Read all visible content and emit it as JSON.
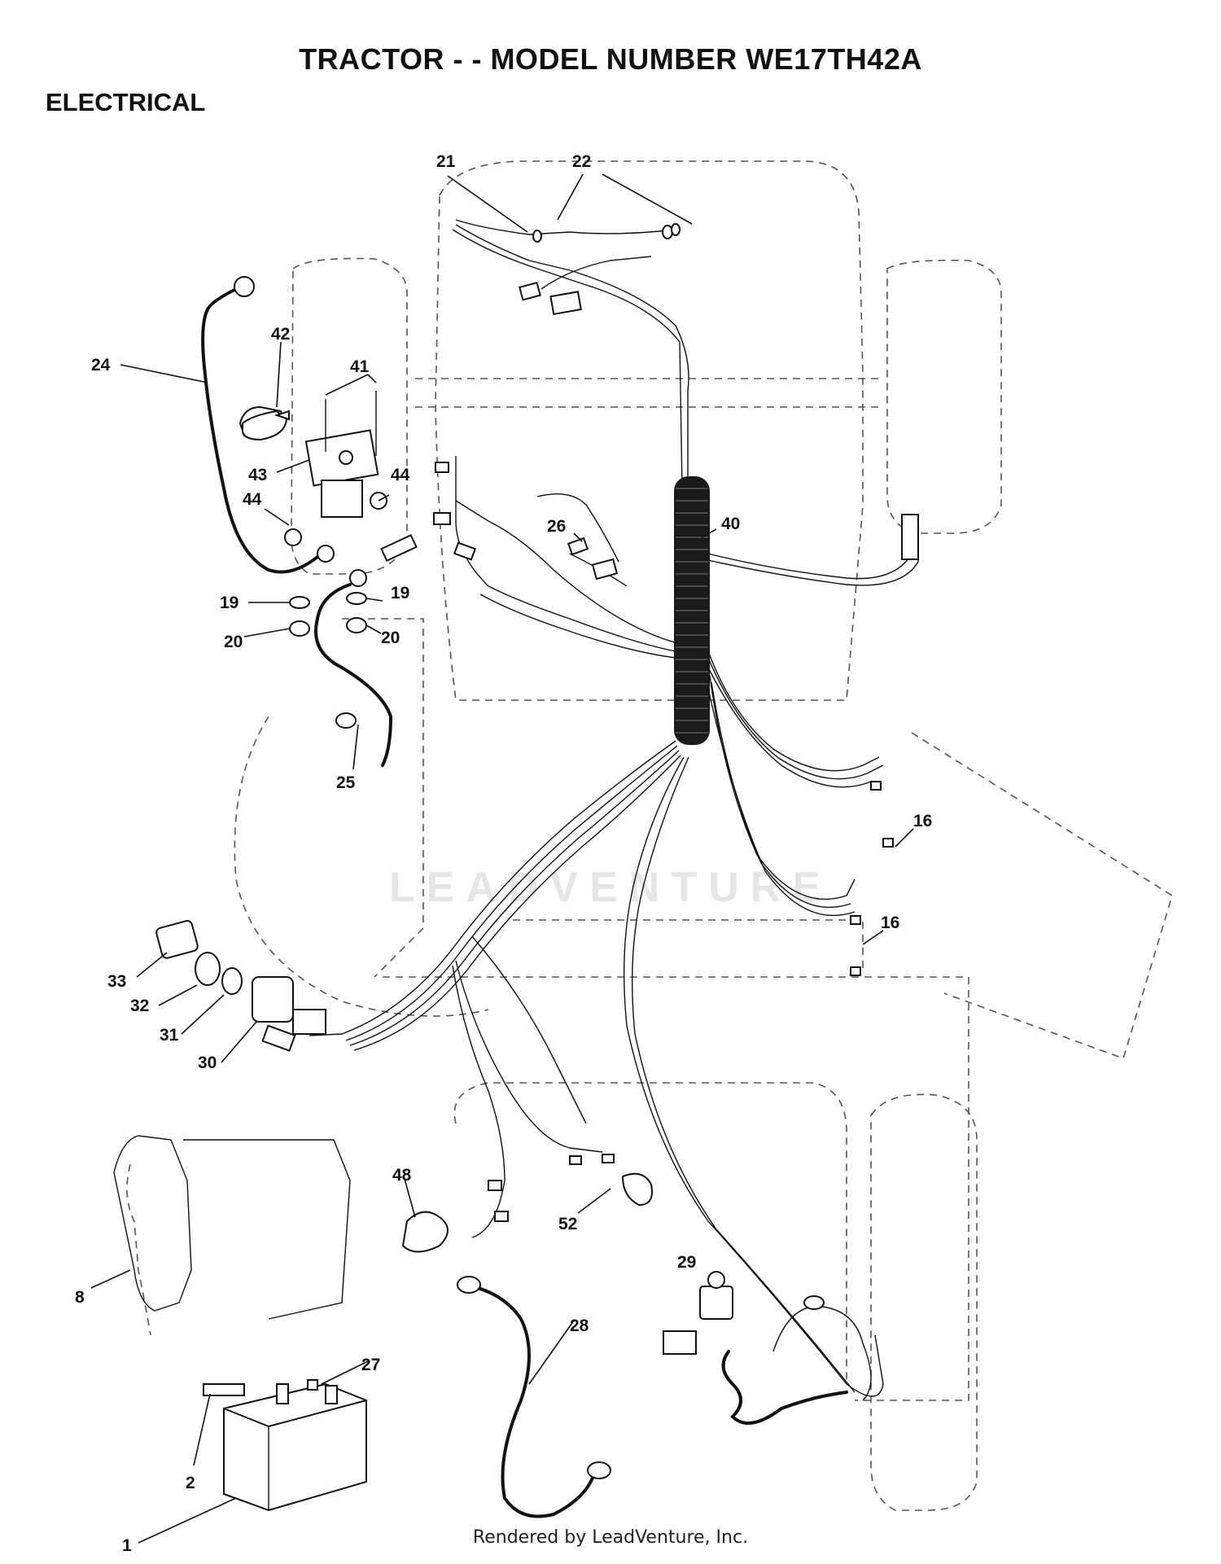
{
  "header": {
    "title": "TRACTOR - - MODEL NUMBER WE17TH42A",
    "section": "ELECTRICAL"
  },
  "watermark": "LEADVENTURE",
  "callouts": [
    "21",
    "22",
    "42",
    "41",
    "24",
    "43",
    "44",
    "44",
    "19",
    "19",
    "20",
    "20",
    "25",
    "26",
    "40",
    "16",
    "16",
    "33",
    "32",
    "31",
    "30",
    "48",
    "52",
    "29",
    "28",
    "8",
    "27",
    "2",
    "1"
  ],
  "footer": "Rendered by LeadVenture, Inc."
}
